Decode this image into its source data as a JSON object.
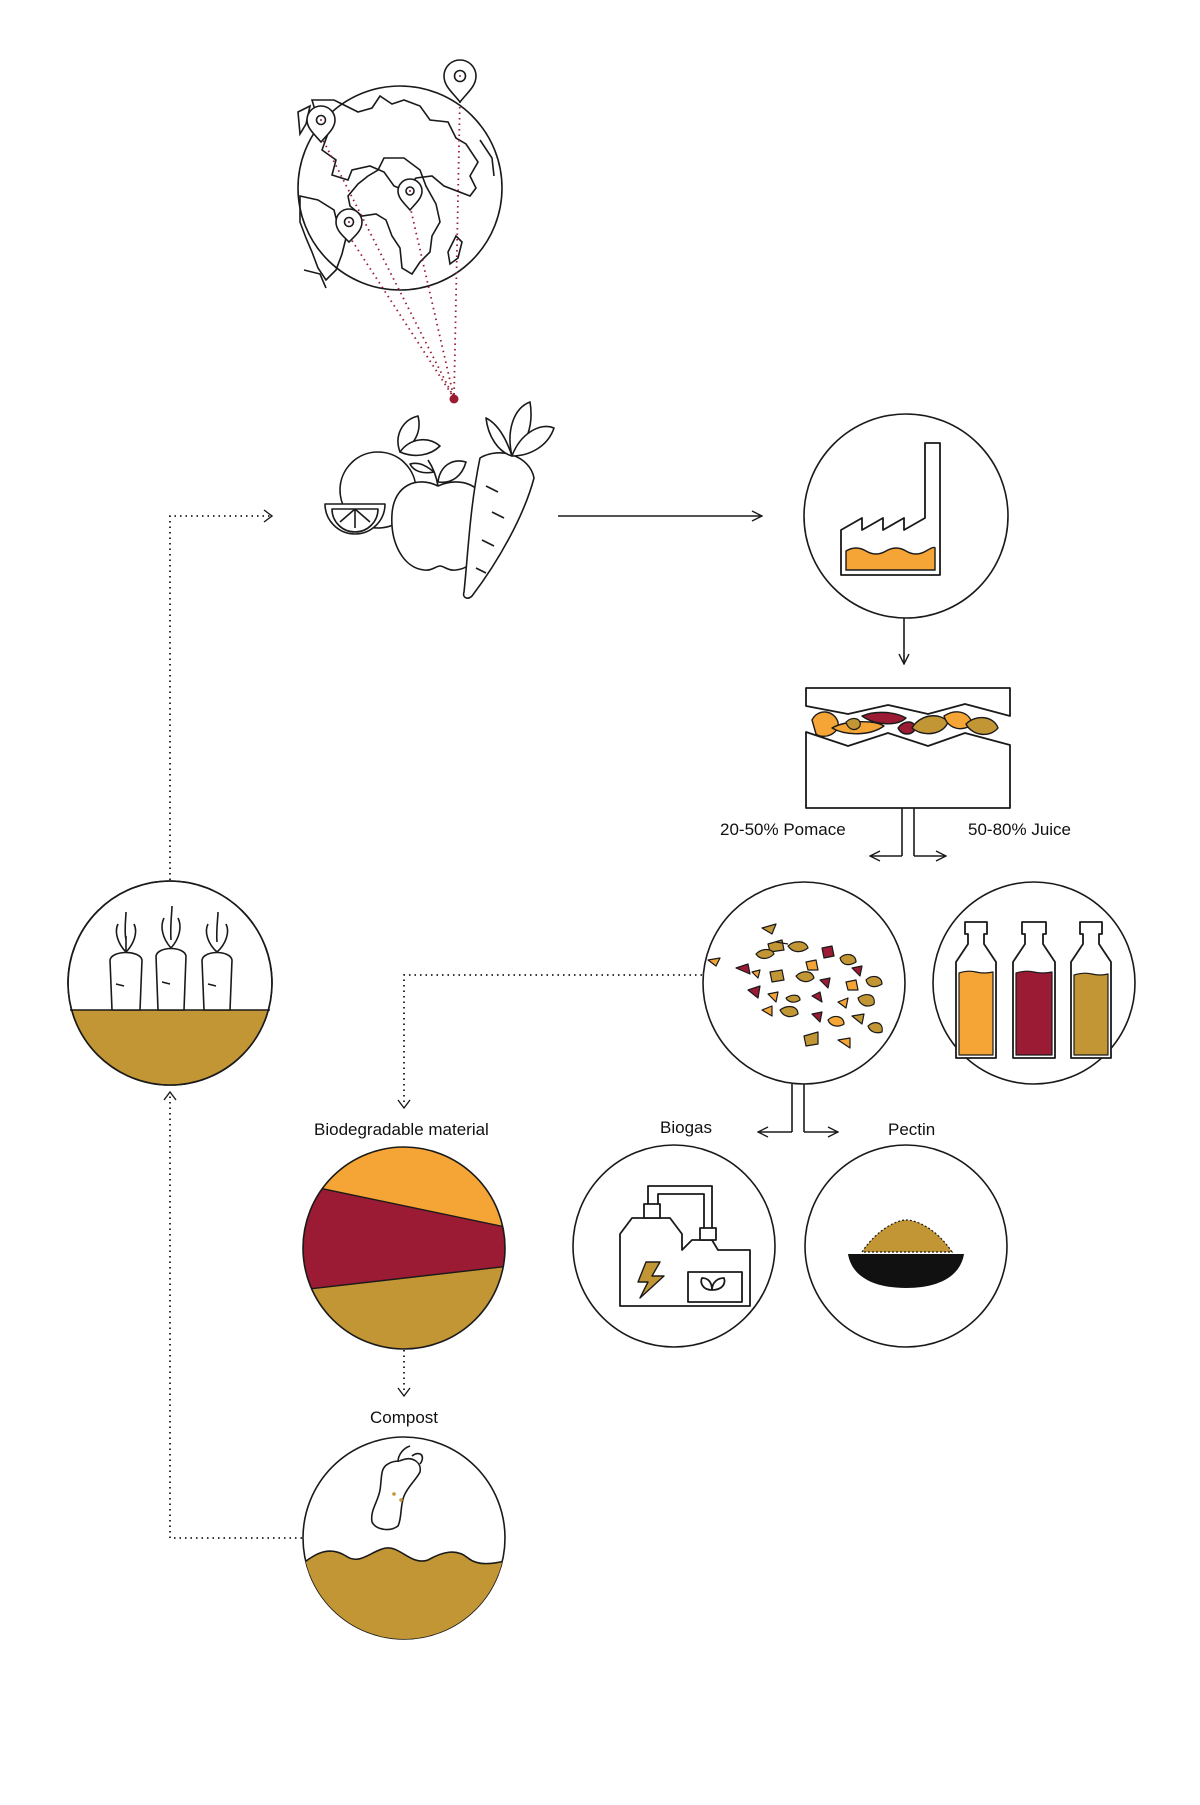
{
  "colors": {
    "stroke": "#1a1a1a",
    "orange": "#F4A535",
    "crimson": "#9A1B33",
    "mustard": "#C29535",
    "dotted_red": "#9A1B33",
    "background": "#FFFFFF"
  },
  "labels": {
    "pomace": "20-50% Pomace",
    "juice": "50-80% Juice",
    "biogas": "Biogas",
    "pectin": "Pectin",
    "biodegradable": "Biodegradable material",
    "compost": "Compost"
  },
  "icons": {
    "globe": "globe-with-location-pins-icon",
    "produce": "fruit-and-vegetable-icon",
    "factory": "juice-factory-icon",
    "press": "fruit-press-icon",
    "pomace": "pomace-pieces-icon",
    "juice": "juice-bottles-icon",
    "biogas": "biogas-plant-icon",
    "pectin": "pectin-bowl-icon",
    "biodegradable": "biodegradable-material-icon",
    "compost": "compost-icon",
    "field": "carrot-field-icon"
  }
}
